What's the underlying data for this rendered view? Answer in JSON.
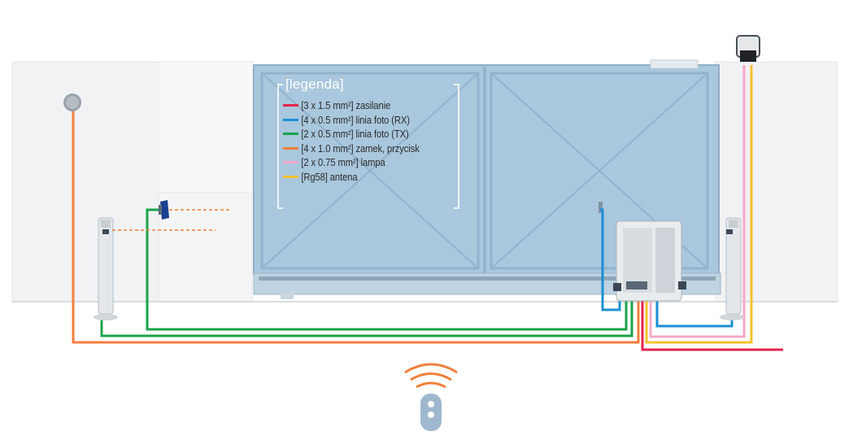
{
  "legend": {
    "title": "[legenda]",
    "items": [
      {
        "label": "[3 x 1.5 mm²] zasilanie",
        "color": "#e2264d"
      },
      {
        "label": "[4 x 0.5 mm²] linia foto (RX)",
        "color": "#1b8fd6"
      },
      {
        "label": "[2 x 0.5 mm²] linia foto (TX)",
        "color": "#1aa34a"
      },
      {
        "label": "[4 x 1.0 mm²] zamek, przycisk",
        "color": "#f07f3c"
      },
      {
        "label": "[2 x 0.75 mm²] lampa",
        "color": "#f5a8c8"
      },
      {
        "label": "[Rg58] antena",
        "color": "#f6c12a"
      }
    ]
  },
  "colors": {
    "wall": "#f2f3f5",
    "gate": "#a7c6dc",
    "gate_frame": "#8fb0c8"
  },
  "icons": [
    "remote-control-icon",
    "wireless-signal-icon",
    "warning-lamp-icon",
    "key-switch-icon",
    "photocell-icon"
  ]
}
